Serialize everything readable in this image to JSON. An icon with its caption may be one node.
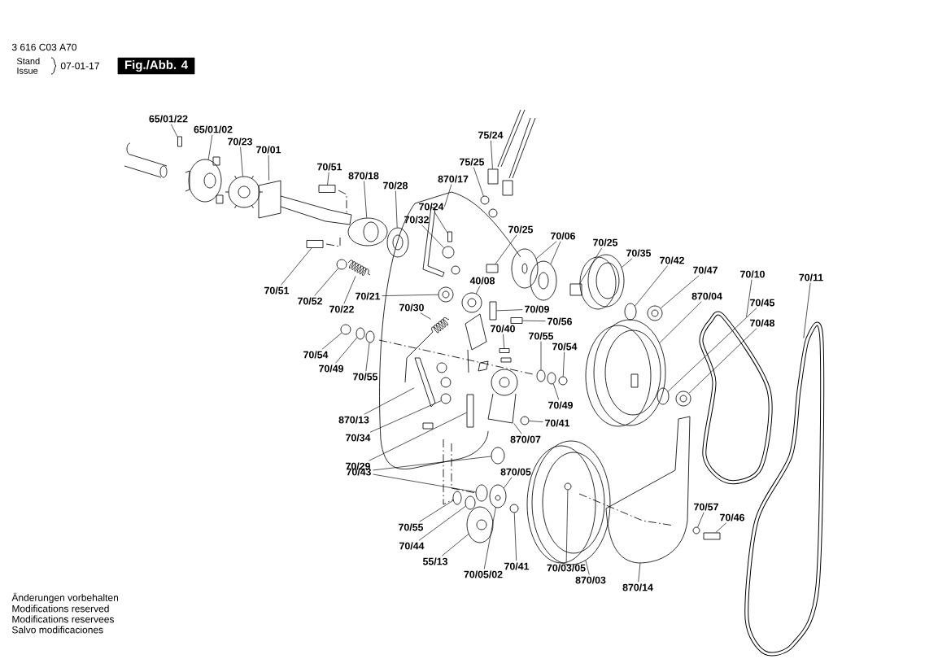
{
  "diagram": {
    "nodes": [
      {
        "text": [
          "65/01/22"
        ]
      },
      {
        "text": [
          "65/01/02"
        ]
      },
      {
        "text": [
          "70/23"
        ]
      },
      {
        "text": [
          "70/01"
        ]
      },
      {
        "text": [
          "70/51"
        ]
      },
      {
        "text": [
          "870/18"
        ]
      },
      {
        "text": [
          "70/28"
        ]
      },
      {
        "text": [
          "75/24"
        ]
      },
      {
        "text": [
          "75/25"
        ]
      },
      {
        "text": [
          "870/17"
        ]
      },
      {
        "text": [
          "70/24"
        ]
      },
      {
        "text": [
          "70/32"
        ]
      },
      {
        "text": [
          "70/25"
        ]
      },
      {
        "text": [
          "70/06"
        ]
      },
      {
        "text": [
          "70/25"
        ]
      },
      {
        "text": [
          "70/35"
        ]
      },
      {
        "text": [
          "70/42"
        ]
      },
      {
        "text": [
          "70/47"
        ]
      },
      {
        "text": [
          "870/04"
        ]
      },
      {
        "text": [
          "70/10"
        ]
      },
      {
        "text": [
          "70/45"
        ]
      },
      {
        "text": [
          "70/48"
        ]
      },
      {
        "text": [
          "70/11"
        ]
      },
      {
        "text": [
          "70/51"
        ]
      },
      {
        "text": [
          "70/52"
        ]
      },
      {
        "text": [
          "70/22"
        ]
      },
      {
        "text": [
          "70/21"
        ]
      },
      {
        "text": [
          "40/08"
        ]
      },
      {
        "text": [
          "70/30"
        ]
      },
      {
        "text": [
          "70/09"
        ]
      },
      {
        "text": [
          "70/56"
        ]
      },
      {
        "text": [
          "70/40"
        ]
      },
      {
        "text": [
          "70/55"
        ]
      },
      {
        "text": [
          "70/54"
        ]
      },
      {
        "text": [
          "70/54"
        ]
      },
      {
        "text": [
          "70/49"
        ]
      },
      {
        "text": [
          "70/55"
        ]
      },
      {
        "text": [
          "70/49"
        ]
      },
      {
        "text": [
          "870/13"
        ]
      },
      {
        "text": [
          "70/34"
        ]
      },
      {
        "text": [
          "70/29"
        ]
      },
      {
        "text": [
          "70/41"
        ]
      },
      {
        "text": [
          "870/07"
        ]
      },
      {
        "text": [
          "870/05"
        ]
      },
      {
        "text": [
          "70/43"
        ]
      },
      {
        "text": [
          "70/55"
        ]
      },
      {
        "text": [
          "70/44"
        ]
      },
      {
        "text": [
          "55/13"
        ]
      },
      {
        "text": [
          "70/05/02"
        ]
      },
      {
        "text": [
          "70/41"
        ]
      },
      {
        "text": [
          "70/03/05"
        ]
      },
      {
        "text": [
          "870/03"
        ]
      },
      {
        "text": [
          "870/14"
        ]
      },
      {
        "text": [
          "70/57"
        ]
      },
      {
        "text": [
          "70/46"
        ]
      },
      {
        "text": [],
        "shape": "box"
      },
      {
        "text": [],
        "shape": "ellipse"
      },
      {
        "text": [],
        "shape": "circle"
      },
      {
        "text": [],
        "shape": "picture"
      },
      {
        "text": [],
        "shape": "box"
      },
      {
        "text": [],
        "shape": "ellipse"
      },
      {
        "text": [],
        "shape": "ellipse"
      },
      {
        "text": [],
        "shape": "box"
      },
      {
        "text": [],
        "shape": "circle"
      },
      {
        "text": [],
        "shape": "picture"
      },
      {
        "text": [],
        "shape": "box"
      },
      {
        "text": [],
        "shape": "circle"
      },
      {
        "text": [],
        "shape": "box"
      },
      {
        "text": [],
        "shape": "ellipse"
      },
      {
        "text": [],
        "shape": "ellipse"
      },
      {
        "text": [],
        "shape": "box"
      },
      {
        "text": [],
        "shape": "ellipse"
      },
      {
        "text": [],
        "shape": "ellipse"
      },
      {
        "text": [],
        "shape": "circle"
      },
      {
        "text": [],
        "shape": "ellipse"
      },
      {
        "text": [],
        "shape": "picture"
      },
      {
        "text": [],
        "shape": "ellipse"
      },
      {
        "text": [],
        "shape": "circle"
      },
      {
        "text": [],
        "shape": "picture"
      },
      {
        "text": [],
        "shape": "box"
      },
      {
        "text": [],
        "shape": "circle"
      },
      {
        "text": [],
        "shape": "picture"
      },
      {
        "text": [],
        "shape": "circle"
      },
      {
        "text": [],
        "shape": "circle"
      },
      {
        "text": [],
        "shape": "picture"
      },
      {
        "text": [],
        "shape": "box"
      },
      {
        "text": [],
        "shape": "box"
      },
      {
        "text": [],
        "shape": "box"
      },
      {
        "text": [],
        "shape": "ellipse"
      },
      {
        "text": [],
        "shape": "circle"
      },
      {
        "text": [],
        "shape": "circle"
      },
      {
        "text": [],
        "shape": "ellipse"
      },
      {
        "text": [],
        "shape": "ellipse"
      },
      {
        "text": [],
        "shape": "ellipse"
      },
      {
        "text": [],
        "shape": "picture"
      },
      {
        "text": [],
        "shape": "circle"
      },
      {
        "text": [],
        "shape": "box"
      },
      {
        "text": [],
        "shape": "circle"
      },
      {
        "text": [],
        "shape": "picture"
      },
      {
        "text": [],
        "shape": "ellipse"
      },
      {
        "text": [],
        "shape": "ellipse"
      },
      {
        "text": [],
        "shape": "ellipse"
      },
      {
        "text": [],
        "shape": "ellipse"
      },
      {
        "text": [],
        "shape": "ellipse"
      },
      {
        "text": [],
        "shape": "ellipse"
      },
      {
        "text": [],
        "shape": "circle"
      },
      {
        "text": [],
        "shape": "circle",
        "in": 107
      },
      {
        "text": [],
        "shape": "ellipse"
      },
      {
        "text": [],
        "shape": "picture"
      },
      {
        "text": [],
        "shape": "circle"
      },
      {
        "text": [],
        "shape": "box"
      }
    ],
    "edges": [
      {
        "from": 0,
        "to": 55,
        "arrow": "none"
      },
      {
        "from": 1,
        "to": 56,
        "arrow": "none"
      },
      {
        "from": 2,
        "to": 57,
        "arrow": "none"
      },
      {
        "from": 3,
        "to": 58,
        "arrow": "none"
      },
      {
        "from": 4,
        "to": 59,
        "arrow": "none"
      },
      {
        "from": 5,
        "to": 60,
        "arrow": "none"
      },
      {
        "from": 6,
        "to": 61,
        "arrow": "none"
      },
      {
        "from": 7,
        "to": 62,
        "arrow": "none"
      },
      {
        "from": 8,
        "to": 63,
        "arrow": "none"
      },
      {
        "from": 9,
        "to": 64,
        "arrow": "none"
      },
      {
        "from": 10,
        "to": 65,
        "arrow": "none"
      },
      {
        "from": 11,
        "to": 66,
        "arrow": "none"
      },
      {
        "from": 12,
        "to": 67,
        "arrow": "none"
      },
      {
        "from": 13,
        "to": 68,
        "arrow": "none"
      },
      {
        "from": 13,
        "to": 69,
        "arrow": "none"
      },
      {
        "from": 14,
        "to": 70,
        "arrow": "none"
      },
      {
        "from": 15,
        "to": 71,
        "arrow": "none"
      },
      {
        "from": 16,
        "to": 72,
        "arrow": "none"
      },
      {
        "from": 17,
        "to": 73,
        "arrow": "none"
      },
      {
        "from": 18,
        "to": 74,
        "arrow": "none"
      },
      {
        "from": 19,
        "to": 75,
        "arrow": "none"
      },
      {
        "from": 20,
        "to": 76,
        "arrow": "none"
      },
      {
        "from": 21,
        "to": 77,
        "arrow": "none"
      },
      {
        "from": 22,
        "to": 78,
        "arrow": "none"
      },
      {
        "from": 23,
        "to": 79,
        "arrow": "none"
      },
      {
        "from": 24,
        "to": 80,
        "arrow": "none"
      },
      {
        "from": 25,
        "to": 81,
        "arrow": "none"
      },
      {
        "from": 26,
        "to": 82,
        "arrow": "none"
      },
      {
        "from": 27,
        "to": 83,
        "arrow": "none"
      },
      {
        "from": 28,
        "to": 84,
        "arrow": "none"
      },
      {
        "from": 29,
        "to": 85,
        "arrow": "none"
      },
      {
        "from": 30,
        "to": 86,
        "arrow": "none"
      },
      {
        "from": 31,
        "to": 87,
        "arrow": "none"
      },
      {
        "from": 32,
        "to": 88,
        "arrow": "none"
      },
      {
        "from": 33,
        "to": 89,
        "arrow": "none"
      },
      {
        "from": 34,
        "to": 90,
        "arrow": "none"
      },
      {
        "from": 35,
        "to": 91,
        "arrow": "none"
      },
      {
        "from": 36,
        "to": 92,
        "arrow": "none"
      },
      {
        "from": 37,
        "to": 93,
        "arrow": "none"
      },
      {
        "from": 38,
        "to": 94,
        "arrow": "none"
      },
      {
        "from": 39,
        "to": 95,
        "arrow": "none"
      },
      {
        "from": 40,
        "to": 96,
        "arrow": "none"
      },
      {
        "from": 41,
        "to": 97,
        "arrow": "none"
      },
      {
        "from": 42,
        "to": 98,
        "arrow": "none"
      },
      {
        "from": 43,
        "to": 99,
        "arrow": "none"
      },
      {
        "from": 44,
        "to": 100,
        "arrow": "none"
      },
      {
        "from": 44,
        "to": 101,
        "arrow": "none"
      },
      {
        "from": 45,
        "to": 102,
        "arrow": "none"
      },
      {
        "from": 46,
        "to": 103,
        "arrow": "none"
      },
      {
        "from": 47,
        "to": 104,
        "arrow": "none"
      },
      {
        "from": 48,
        "to": 99,
        "arrow": "none"
      },
      {
        "from": 49,
        "to": 105,
        "arrow": "none"
      },
      {
        "from": 50,
        "to": 106,
        "arrow": "none"
      },
      {
        "from": 51,
        "to": 107,
        "arrow": "none"
      },
      {
        "from": 52,
        "to": 108,
        "arrow": "none"
      },
      {
        "from": 53,
        "to": 109,
        "arrow": "none"
      },
      {
        "from": 54,
        "to": 110,
        "arrow": "none"
      }
    ],
    "labels": [
      "3 616 C03 A70",
      "Stand",
      "Issue",
      "07-01-17",
      "Fig./Abb. 4",
      "Änderungen vorbehalten",
      "Modifications reserved",
      "Modifications reservees",
      "Salvo modificaciones"
    ]
  }
}
